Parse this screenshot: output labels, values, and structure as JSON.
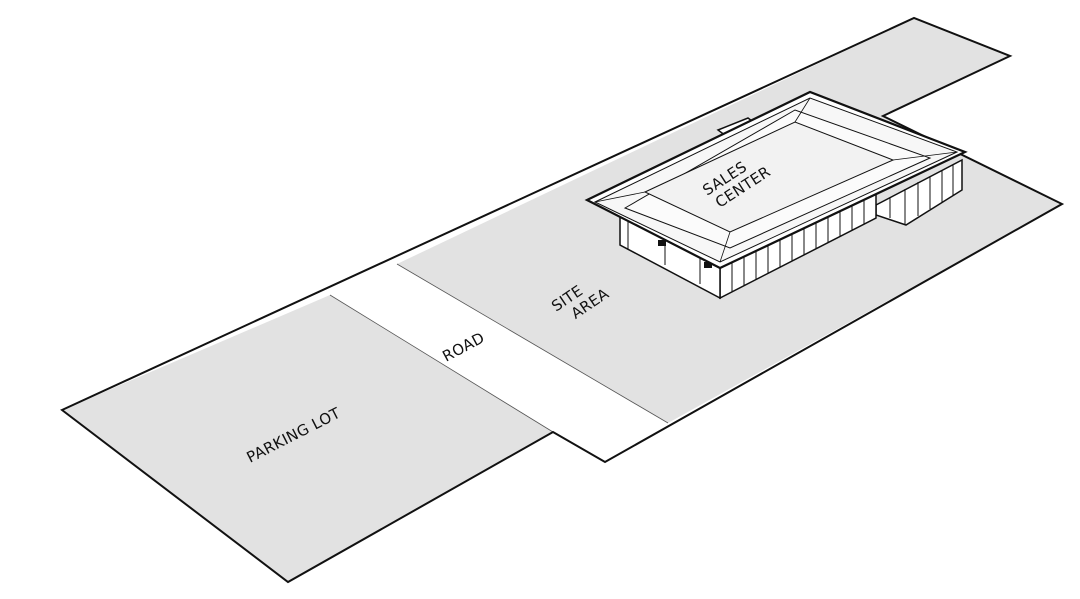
{
  "labels": {
    "parking_lot": "PARKING LOT",
    "road": "ROAD",
    "site_area": [
      "SITE",
      "AREA"
    ],
    "sales_center": [
      "SALES",
      "CENTER"
    ]
  },
  "colors": {
    "ground": "#e2e2e2",
    "road": "#ffffff",
    "outline": "#111111",
    "building_wall": "#ffffff",
    "roof": "#f7f7f7"
  }
}
